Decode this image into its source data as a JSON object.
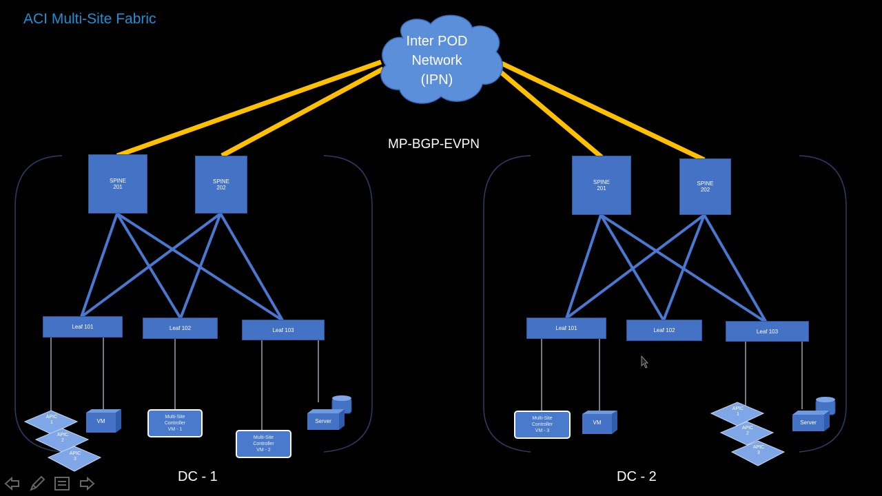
{
  "slide": {
    "title": "ACI Multi-Site Fabric",
    "protocol_label": "MP-BGP-EVPN",
    "cloud_lines": [
      "Inter POD",
      "Network",
      "(IPN)"
    ]
  },
  "dc1": {
    "label": "DC - 1",
    "spines": [
      "SPINE\n201",
      "SPINE\n202"
    ],
    "leaves": [
      "Leaf 101",
      "Leaf 102",
      "Leaf 103"
    ],
    "apics": [
      "APIC\n1",
      "APIC\n2",
      "APIC\n3"
    ],
    "vm": "VM",
    "controllers": [
      "Multi-Site\nController\nVM - 1",
      "Multi-Site\nController\nVM - 2"
    ],
    "server": "Server"
  },
  "dc2": {
    "label": "DC - 2",
    "spines": [
      "SPINE\n201",
      "SPINE\n202"
    ],
    "leaves": [
      "Leaf 101",
      "Leaf 102",
      "Leaf 103"
    ],
    "apics": [
      "APIC\n1",
      "APIC\n2",
      "APIC\n3"
    ],
    "vm": "VM",
    "controllers": [
      "Multi-Site\nController\nVM - 3"
    ],
    "server": "Server"
  },
  "colors": {
    "background": "#000000",
    "title": "#1e90d6",
    "cloud": "#5b8fd9",
    "spine": "#4472c4",
    "fabric_link": "#4a78d0",
    "ipn_link": "#ffc000"
  },
  "toolbar": {
    "icons": [
      "prev-arrow-icon",
      "pen-icon",
      "menu-icon",
      "next-arrow-icon"
    ]
  }
}
